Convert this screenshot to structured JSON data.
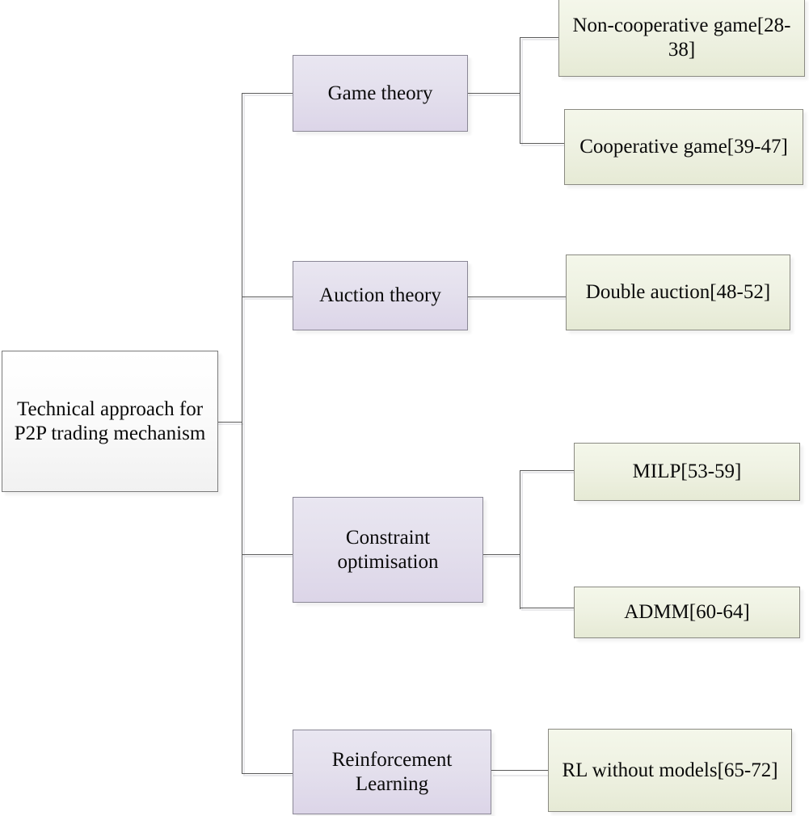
{
  "diagram": {
    "title": "Technical approach for P2P trading mechanism taxonomy",
    "type": "tree",
    "orientation": "left-to-right",
    "colors": {
      "root_fill": "#fbfbfb",
      "branch_fill": "#e4e0ed",
      "leaf_fill": "#eff2e3",
      "border": "#7d7d7d",
      "connector": "#5a5a5a",
      "text": "#0a0a0a",
      "background": "#ffffff"
    },
    "root": {
      "label": "Technical approach for P2P trading mechanism"
    },
    "branches": [
      {
        "id": "game-theory",
        "label": "Game theory",
        "leaves": [
          {
            "id": "non-cooperative-game",
            "label": "Non-cooperative game[28-38]"
          },
          {
            "id": "cooperative-game",
            "label": "Cooperative game[39-47]"
          }
        ]
      },
      {
        "id": "auction-theory",
        "label": "Auction theory",
        "leaves": [
          {
            "id": "double-auction",
            "label": "Double auction[48-52]"
          }
        ]
      },
      {
        "id": "constraint-optimisation",
        "label": "Constraint optimisation",
        "leaves": [
          {
            "id": "milp",
            "label": "MILP[53-59]"
          },
          {
            "id": "admm",
            "label": "ADMM[60-64]"
          }
        ]
      },
      {
        "id": "reinforcement-learning",
        "label": "Reinforcement Learning",
        "leaves": [
          {
            "id": "rl-without-models",
            "label": "RL without models[65-72]"
          }
        ]
      }
    ]
  }
}
